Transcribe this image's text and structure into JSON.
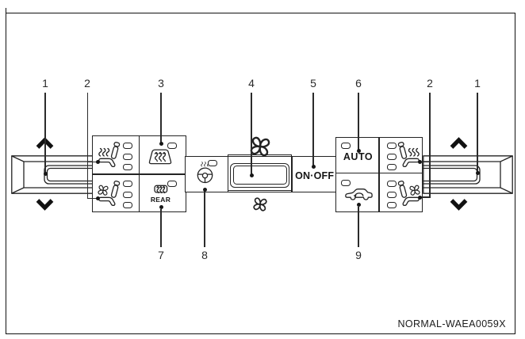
{
  "figure": {
    "code": "NORMAL-WAEA0059X"
  },
  "callouts": {
    "top": [
      "1",
      "2",
      "3",
      "4",
      "5",
      "6",
      "2",
      "1"
    ],
    "bottom": [
      "7",
      "8",
      "9"
    ]
  },
  "panel": {
    "auto_label": "AUTO",
    "onoff_label": "ON·OFF",
    "rear_label": "REAR"
  },
  "icons": {
    "temp_up": "chevron-up",
    "temp_down": "chevron-down",
    "seat_heat": "heated-seat",
    "seat_vent": "ventilated-seat",
    "front_defrost": "windshield-defrost",
    "rear_defrost": "rear-window-defrost",
    "steering_heat": "heated-steering-wheel",
    "fan": "fan-pinwheel",
    "recirc": "car-recirculation"
  },
  "colors": {
    "line": "#222222",
    "background": "#ffffff"
  }
}
